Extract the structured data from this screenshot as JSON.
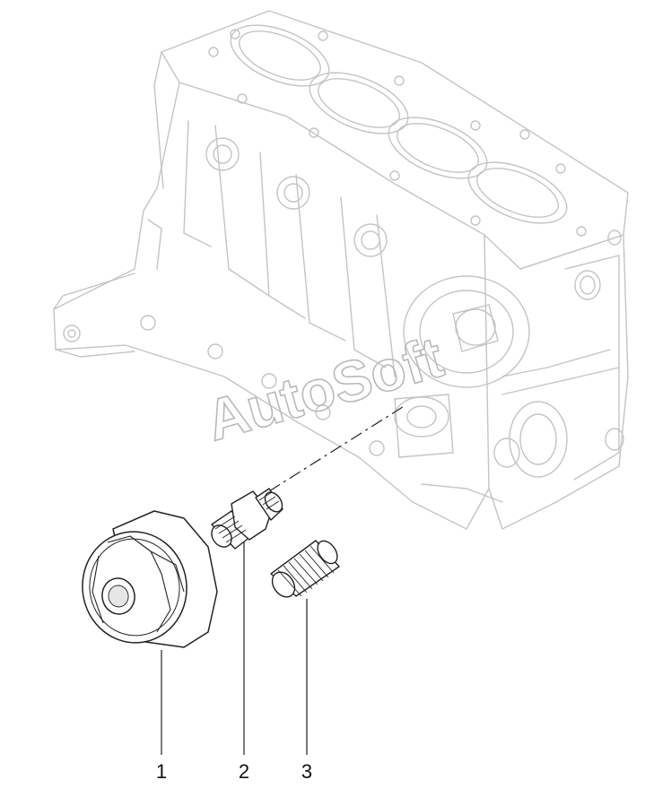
{
  "watermark": "AutoSoft",
  "parts": [
    {
      "number": "1",
      "name": "oil-filter"
    },
    {
      "number": "2",
      "name": "threaded-union"
    },
    {
      "number": "3",
      "name": "threaded-nipple"
    }
  ],
  "colors": {
    "engine_line": "#bdbdbd",
    "part_line": "#222222",
    "leader": "#222222",
    "watermark": "#b9b9b9"
  }
}
